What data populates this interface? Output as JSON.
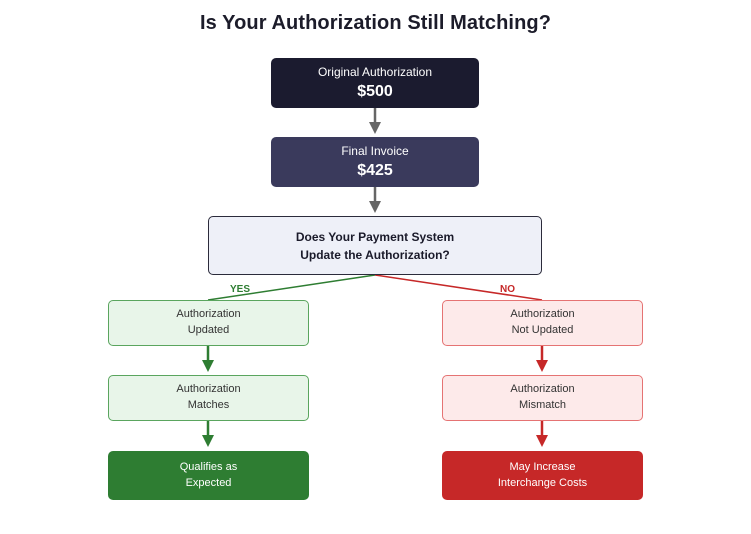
{
  "title": "Is Your Authorization Still Matching?",
  "original_authorization": {
    "label": "Original Authorization",
    "amount": "$500"
  },
  "final_invoice": {
    "label": "Final Invoice",
    "amount": "$425"
  },
  "question": {
    "line1": "Does Your Payment System",
    "line2": "Update the Authorization?"
  },
  "yes_branch": {
    "label": "YES",
    "step1": {
      "line1": "Authorization",
      "line2": "Updated"
    },
    "step2": {
      "line1": "Authorization",
      "line2": "Matches"
    },
    "outcome": {
      "line1": "Qualifies as",
      "line2": "Expected"
    }
  },
  "no_branch": {
    "label": "NO",
    "step1": {
      "line1": "Authorization",
      "line2": "Not Updated"
    },
    "step2": {
      "line1": "Authorization",
      "line2": "Mismatch"
    },
    "outcome": {
      "line1": "May Increase",
      "line2": "Interchange Costs"
    }
  },
  "colors": {
    "dark": "#1b1b2f",
    "navy": "#3a3a5c",
    "yes": "#2e7d32",
    "no": "#c62828",
    "connector_gray": "#666666"
  }
}
